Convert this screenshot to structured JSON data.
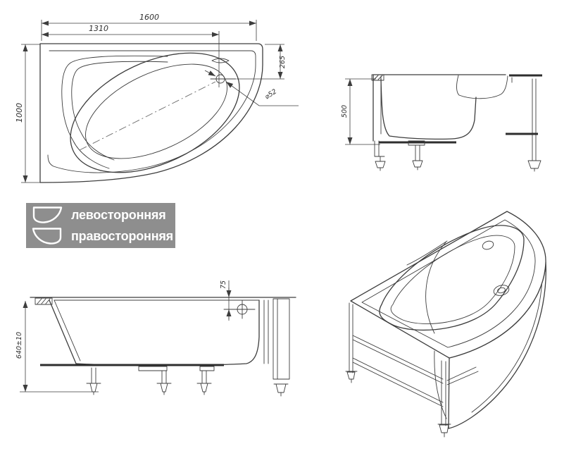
{
  "page": {
    "background": "#ffffff"
  },
  "colors": {
    "line": "#3d3d3d",
    "dim_text": "#2f2f2f",
    "legend_bg": "#8e8e8e",
    "legend_text": "#ffffff"
  },
  "views": {
    "top": {
      "dims": {
        "overall_width": "1600",
        "width_to_drain": "1310",
        "depth": "1000",
        "drain_offset": "265",
        "drain_diameter": "⌀52"
      }
    },
    "side": {
      "dims": {
        "height": "500"
      }
    },
    "front": {
      "dims": {
        "height_with_frame": "640±10",
        "overflow_offset": "75"
      }
    },
    "iso": {
      "dims": {}
    }
  },
  "legend": {
    "items": [
      {
        "icon": "corner-bath-left-icon",
        "label": "левосторонняя"
      },
      {
        "icon": "corner-bath-right-icon",
        "label": "правосторонняя"
      }
    ]
  }
}
